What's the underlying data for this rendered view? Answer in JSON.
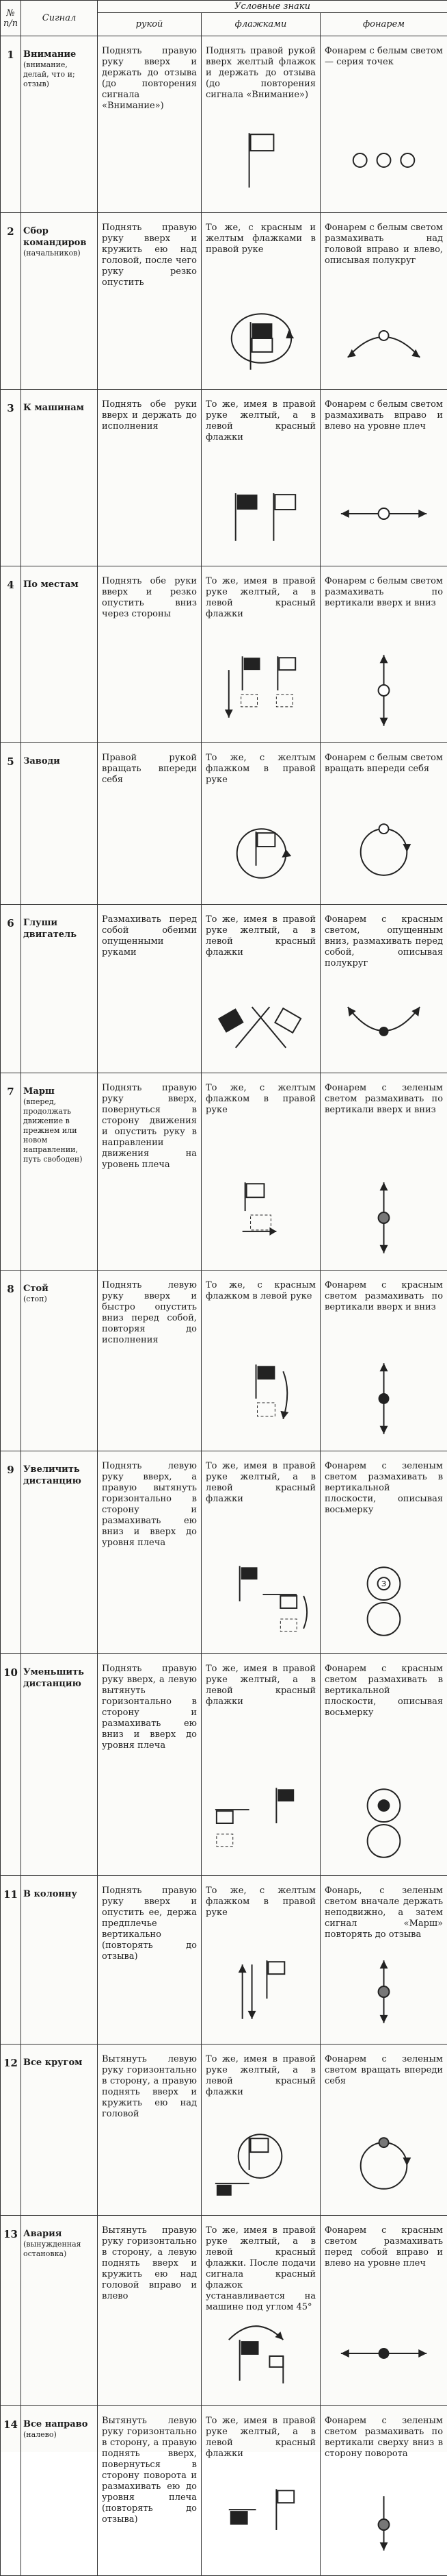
{
  "header": {
    "col_num": "№ п/п",
    "col_signal": "Сигнал",
    "col_group": "Условные знаки",
    "col_hand": "рукой",
    "col_flags": "флажками",
    "col_lamp": "фонарем"
  },
  "rows": [
    {
      "num": "1",
      "name": "Внимание",
      "sub": "(внимание, делай, что и; отзыв)",
      "hand": "Поднять правую руку вверх и держать до отзыва (до повторения сигнала «Внимание»)",
      "flags": "Поднять правой рукой вверх желтый флажок и держать до отзыва (до повторения сигнала «Внимание»)",
      "lamp": "Фонарем с белым светом — серия точек"
    },
    {
      "num": "2",
      "name": "Сбор командиров",
      "sub": "(начальников)",
      "hand": "Поднять правую руку вверх и кружить ею над головой, после чего руку резко опустить",
      "flags": "То же, с красным и желтым флажками в правой руке",
      "lamp": "Фонарем с белым светом размахивать над головой вправо и влево, описывая полукруг"
    },
    {
      "num": "3",
      "name": "К машинам",
      "sub": "",
      "hand": "Поднять обе руки вверх и держать до исполнения",
      "flags": "То же, имея в правой руке желтый, а в левой красный флажки",
      "lamp": "Фонарем с белым светом размахивать вправо и влево на уровне плеч"
    },
    {
      "num": "4",
      "name": "По местам",
      "sub": "",
      "hand": "Поднять обе руки вверх и резко опустить вниз через стороны",
      "flags": "То же, имея в правой руке желтый, а в левой красный флажки",
      "lamp": "Фонарем с белым светом размахивать по вертикали вверх и вниз"
    },
    {
      "num": "5",
      "name": "Заводи",
      "sub": "",
      "hand": "Правой рукой вращать впереди себя",
      "flags": "То же, с желтым флажком в правой руке",
      "lamp": "Фонарем с белым светом вращать впереди себя"
    },
    {
      "num": "6",
      "name": "Глуши двигатель",
      "sub": "",
      "hand": "Размахивать перед собой обеими опущенными руками",
      "flags": "То же, имея в правой руке желтый, а в левой красный флажки",
      "lamp": "Фонарем с красным светом, опущенным вниз, размахивать перед собой, описывая полукруг"
    },
    {
      "num": "7",
      "name": "Марш",
      "sub": "(вперед, продолжать движение в прежнем или новом направлении, путь свободен)",
      "hand": "Поднять правую руку вверх, повернуться в сторону движения и опустить руку в направлении движения на уровень плеча",
      "flags": "То же, с желтым флажком в правой руке",
      "lamp": "Фонарем с зеленым светом размахивать по вертикали вверх и вниз"
    },
    {
      "num": "8",
      "name": "Стой",
      "sub": "(стоп)",
      "hand": "Поднять левую руку вверх и быстро опустить вниз перед собой, повторяя до исполнения",
      "flags": "То же, с красным флажком в левой руке",
      "lamp": "Фонарем с красным светом размахивать по вертикали вверх и вниз"
    },
    {
      "num": "9",
      "name": "Увеличить дистанцию",
      "sub": "",
      "hand": "Поднять левую руку вверх, а правую вытянуть горизонтально в сторону и размахивать ею вниз и вверх до уровня плеча",
      "flags": "То же, имея в правой руке желтый, а в левой красный флажки",
      "lamp": "Фонарем с зеленым светом размахивать в вертикальной плоскости, описывая восьмерку"
    },
    {
      "num": "10",
      "name": "Уменьшить дистанцию",
      "sub": "",
      "hand": "Поднять правую руку вверх, а левую вытянуть горизонтально в сторону и размахивать ею вниз и вверх до уровня плеча",
      "flags": "То же, имея в правой руке желтый, а в левой красный флажки",
      "lamp": "Фонарем с красным светом размахивать в вертикальной плоскости, описывая восьмерку"
    },
    {
      "num": "11",
      "name": "В колонну",
      "sub": "",
      "hand": "Поднять правую руку вверх и опустить ее, держа предплечье вертикально (повторять до отзыва)",
      "flags": "То же, с желтым флажком в правой руке",
      "lamp": "Фонарь, с зеленым светом вначале держать неподвижно, а затем сигнал «Марш» повторять до отзыва"
    },
    {
      "num": "12",
      "name": "Все кругом",
      "sub": "",
      "hand": "Вытянуть левую руку горизонтально в сторону, а правую поднять вверх и кружить ею над головой",
      "flags": "То же, имея в правой руке желтый, а в левой красный флажки",
      "lamp": "Фонарем с зеленым светом вращать впереди себя"
    },
    {
      "num": "13",
      "name": "Авария",
      "sub": "(вынужденная остановка)",
      "hand": "Вытянуть правую руку горизонтально в сторону, а левую поднять вверх и кружить ею над головой вправо и влево",
      "flags": "То же, имея в правой руке желтый, а в левой красный флажки. После подачи сигнала красный флажок устанавливается на машине под углом 45°",
      "lamp": "Фонарем с красным светом размахивать перед собой вправо и влево на уровне плеч"
    },
    {
      "num": "14",
      "name": "Все направо",
      "sub": "(налево)",
      "hand": "Вытянуть левую руку горизонтально в сторону, а правую поднять вверх, повернуться в сторону поворота и размахивать ею до уровня плеча (повторять до отзыва)",
      "flags": "То же, имея в правой руке желтый, а в левой красный флажки",
      "lamp": "Фонарем с зеленым светом размахивать по вертикали сверху вниз в сторону поворота"
    }
  ]
}
